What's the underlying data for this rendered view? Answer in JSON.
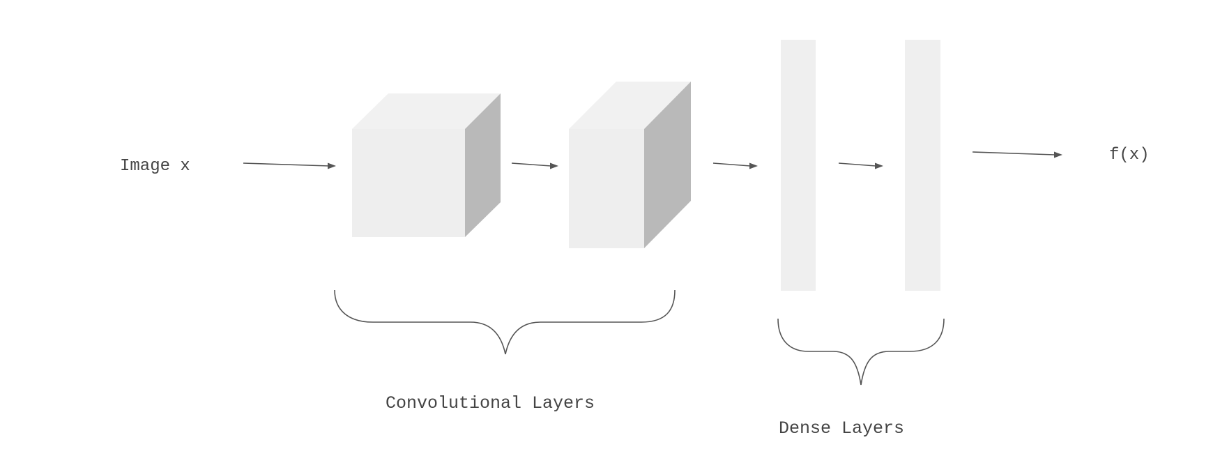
{
  "diagram": {
    "input_label": "Image x",
    "output_label": "f(x)",
    "conv_group_label": "Convolutional Layers",
    "dense_group_label": "Dense Layers"
  },
  "colors": {
    "background": "#ffffff",
    "cube_front": "#eeeeee",
    "cube_top": "#f1f1f1",
    "cube_side": "#b9b9b9",
    "dense_layer": "#efefef",
    "line": "#555555",
    "text": "#444444"
  }
}
